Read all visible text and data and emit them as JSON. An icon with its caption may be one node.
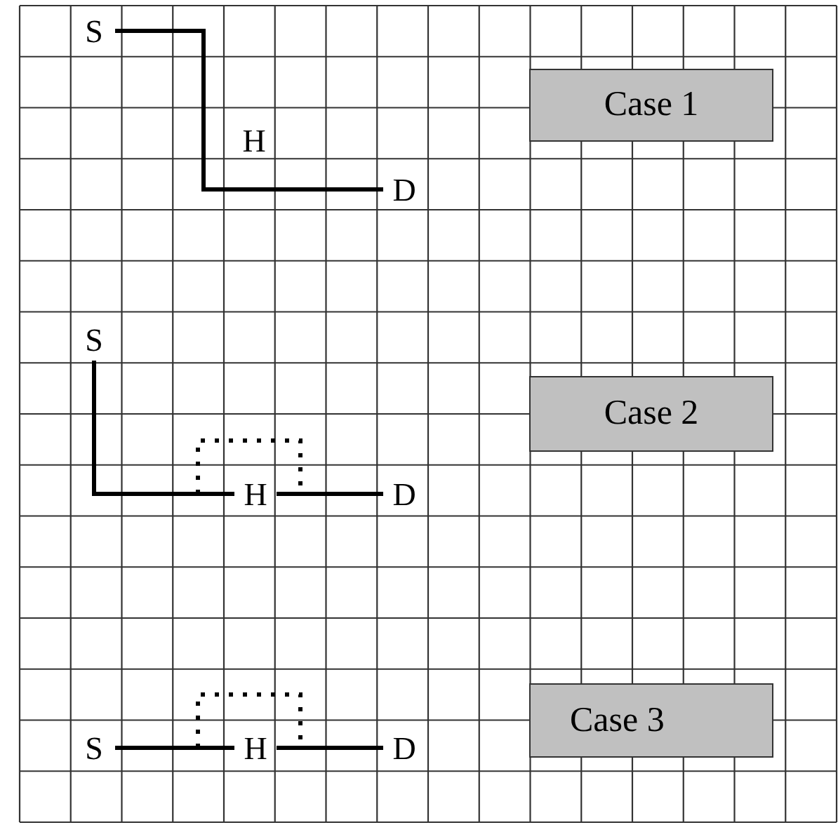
{
  "diagram": {
    "nodes": [
      {
        "text": [
          "S"
        ]
      },
      {
        "text": [
          "D"
        ]
      },
      {
        "text": [
          "Case 1"
        ]
      },
      {
        "text": [
          "S"
        ]
      },
      {
        "text": [
          "H"
        ]
      },
      {
        "text": [
          "D"
        ]
      },
      {
        "text": [
          "Case 2"
        ]
      },
      {
        "text": [
          "S"
        ]
      },
      {
        "text": [
          "H"
        ]
      },
      {
        "text": [
          "D"
        ]
      },
      {
        "text": [
          "Case 3"
        ]
      }
    ],
    "edges": [
      {
        "from": 0,
        "to": 1,
        "arrow": "none"
      },
      {
        "from": 3,
        "to": 4,
        "arrow": "none"
      },
      {
        "from": 4,
        "to": 5,
        "arrow": "none"
      },
      {
        "from": 7,
        "to": 8,
        "arrow": "none"
      },
      {
        "from": 8,
        "to": 9,
        "arrow": "none"
      }
    ],
    "labels": [
      "H"
    ]
  }
}
